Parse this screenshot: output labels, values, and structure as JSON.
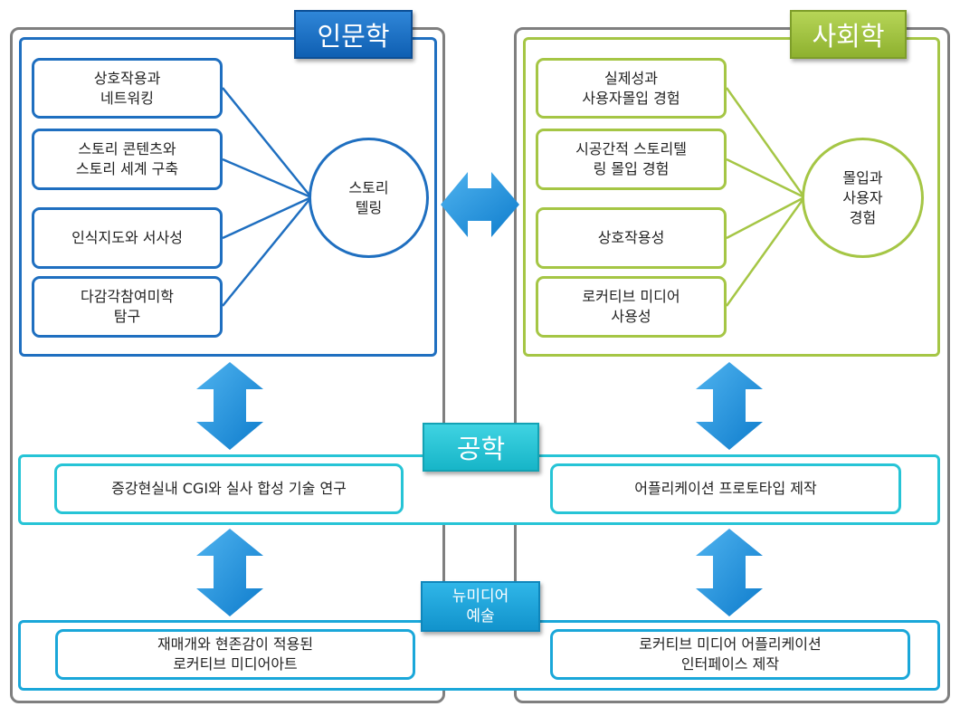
{
  "colors": {
    "humanities": "#1f6fc0",
    "social": "#a5c645",
    "engineering": "#26c4d6",
    "newmedia": "#1aa7d9",
    "gray": "#7f7f7f",
    "arrow": "#1a8fd8"
  },
  "humanities": {
    "tag": "인문학",
    "items": [
      "상호작용과\n네트워킹",
      "스토리 콘텐츠와\n스토리 세계 구축",
      "인식지도와 서사성",
      "다감각참여미학\n탐구"
    ],
    "hub": "스토리\n텔링"
  },
  "social": {
    "tag": "사회학",
    "items": [
      "실제성과\n사용자몰입 경험",
      "시공간적 스토리텔\n링 몰입 경험",
      "상호작용성",
      "로커티브 미디어\n사용성"
    ],
    "hub": "몰입과\n사용자\n경험"
  },
  "engineering": {
    "tag": "공학",
    "left": "증강현실내 CGI와 실사 합성 기술 연구",
    "right": "어플리케이션 프로토타입 제작"
  },
  "newmedia": {
    "tag": "뉴미디어\n예술",
    "left": "재매개와 현존감이 적용된\n로커티브 미디어아트",
    "right": "로커티브 미디어 어플리케이션\n인터페이스 제작"
  }
}
